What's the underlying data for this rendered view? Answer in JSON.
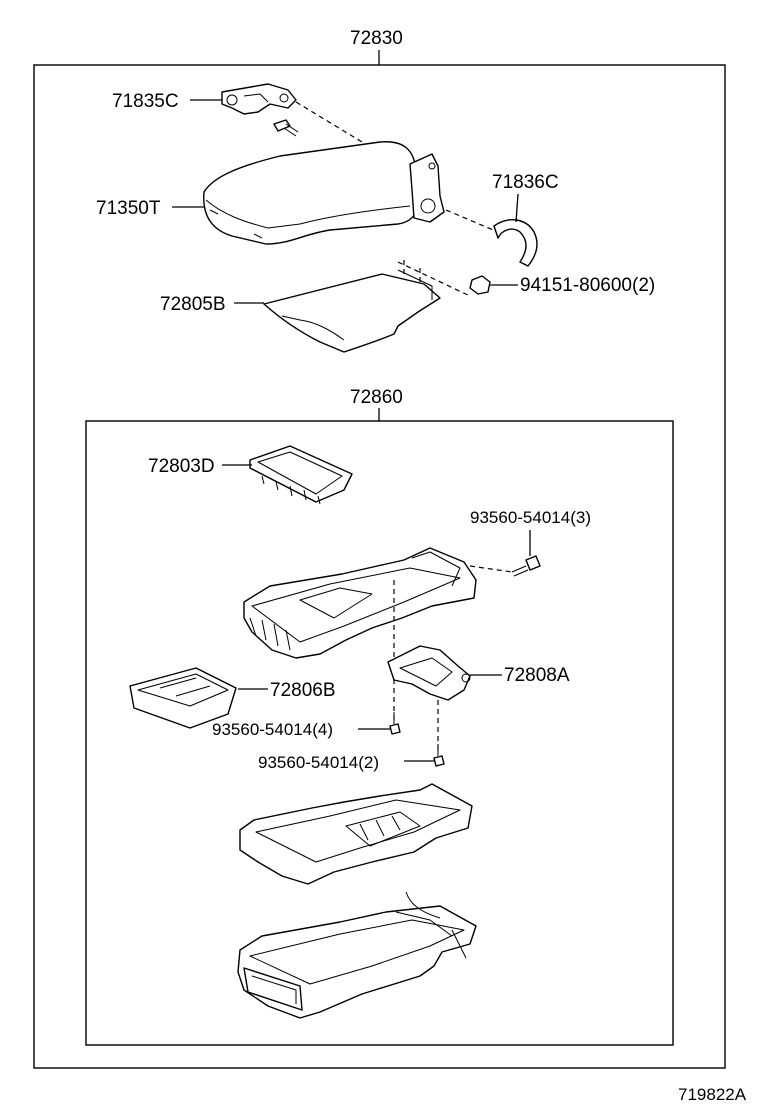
{
  "assemblies": {
    "upper": {
      "number": "72830"
    },
    "lower": {
      "number": "72860"
    }
  },
  "parts": {
    "p71835C": "71835C",
    "p71350T": "71350T",
    "p71836C": "71836C",
    "p94151": "94151-80600(2)",
    "p72805B": "72805B",
    "p72803D": "72803D",
    "p93560_3": "93560-54014(3)",
    "p72806B": "72806B",
    "p72808A": "72808A",
    "p93560_4": "93560-54014(4)",
    "p93560_2": "93560-54014(2)"
  },
  "figure_id": "719822A"
}
